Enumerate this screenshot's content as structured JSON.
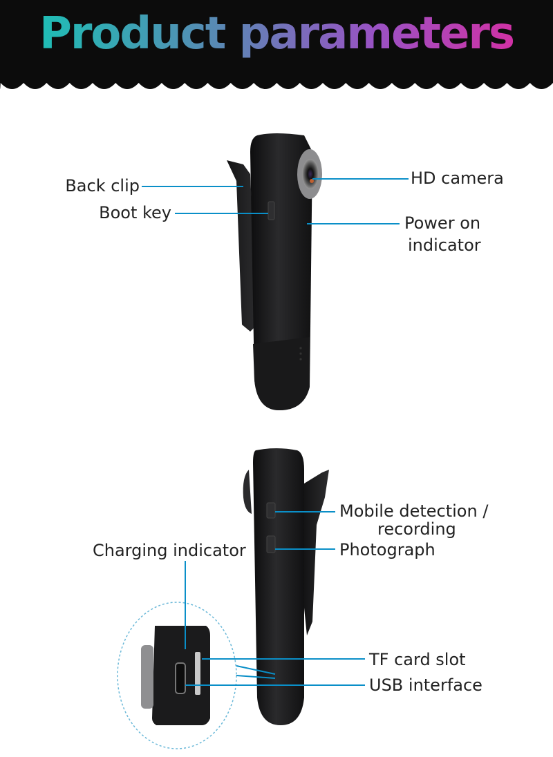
{
  "header": {
    "title": "Product parameters",
    "gradient_colors": [
      "#12c9b5",
      "#9a52c4",
      "#e0289c"
    ]
  },
  "labels": {
    "back_clip": "Back clip",
    "boot_key": "Boot key",
    "hd_camera": "HD camera",
    "power_on_line1": "Power on",
    "power_on_line2": "indicator",
    "mobile_line1": "Mobile detection /",
    "mobile_line2": "recording",
    "photograph": "Photograph",
    "charging_indicator": "Charging indicator",
    "tf_card_slot": "TF card slot",
    "usb_interface": "USB interface"
  },
  "colors": {
    "leader_line": "#0a8fc8",
    "device_body": "#1c1c1e",
    "header_bg": "#0c0c0c",
    "zoom_circle": "#6ab8d8"
  }
}
